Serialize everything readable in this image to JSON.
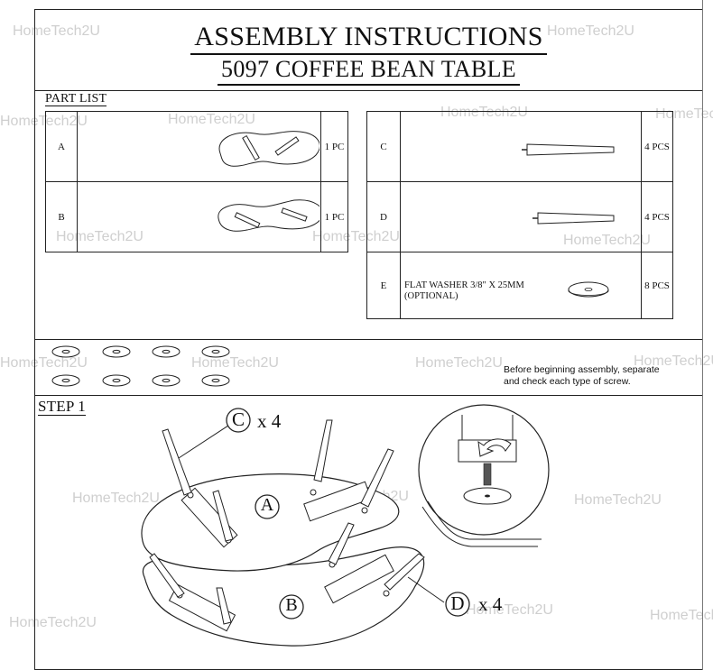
{
  "document": {
    "title": "ASSEMBLY INSTRUCTIONS",
    "subtitle": "5097 COFFEE BEAN TABLE"
  },
  "part_list": {
    "heading": "PART LIST",
    "left": [
      {
        "letter": "A",
        "qty": "1 PC",
        "icon": "tabletop-a-drawing"
      },
      {
        "letter": "B",
        "qty": "1 PC",
        "icon": "tabletop-b-drawing"
      }
    ],
    "right": [
      {
        "letter": "C",
        "qty": "4 PCS",
        "icon": "leg-c-drawing"
      },
      {
        "letter": "D",
        "qty": "4 PCS",
        "icon": "leg-d-drawing"
      },
      {
        "letter": "E",
        "description_line1": "FLAT WASHER 3/8\" X 25MM",
        "description_line2": "(OPTIONAL)",
        "qty": "8 PCS",
        "icon": "flat-washer-drawing"
      }
    ]
  },
  "hardware": {
    "washer_count": 8,
    "note_line1": "Before beginning assembly, separate",
    "note_line2": "and check each type of screw."
  },
  "step1": {
    "heading": "STEP 1",
    "callout_c_letter": "C",
    "callout_c_count": "x 4",
    "callout_d_letter": "D",
    "callout_d_count": "x 4",
    "label_a": "A",
    "label_b": "B"
  },
  "watermark": {
    "text": "HomeTech2U",
    "color": "#cfcfcf"
  }
}
